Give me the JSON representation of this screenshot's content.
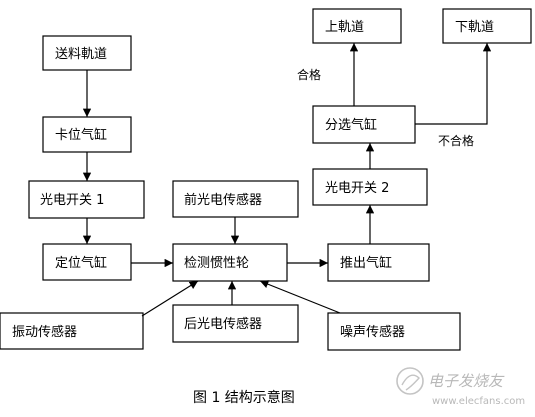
{
  "nodes": {
    "feed_track": "送料軌道",
    "clamp_cylinder": "卡位气缸",
    "photo_switch_1": "光电开关 1",
    "positioning_cylinder": "定位气缸",
    "front_photo_sensor": "前光电传感器",
    "inertia_wheel": "检测惯性轮",
    "push_cylinder": "推出气缸",
    "photo_switch_2": "光电开关 2",
    "sort_cylinder": "分选气缸",
    "upper_track": "上軌道",
    "lower_track": "下軌道",
    "vibration_sensor": "振动传感器",
    "rear_photo_sensor": "后光电传感器",
    "noise_sensor": "噪声传感器"
  },
  "edge_labels": {
    "pass": "合格",
    "fail": "不合格"
  },
  "caption": "图 1  结构示意图",
  "watermark": {
    "brand": "电子发烧友",
    "url": "www.elecfans.com"
  }
}
